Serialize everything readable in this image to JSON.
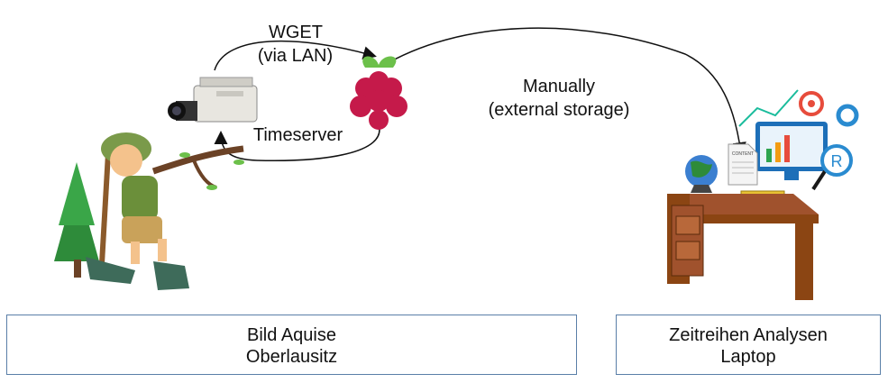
{
  "labels": {
    "wget": "WGET",
    "via_lan": "(via LAN)",
    "timeserver": "Timeserver",
    "manually": "Manually",
    "external_storage": "(external storage)"
  },
  "boxes": {
    "left": {
      "line1": "Bild Aquise",
      "line2": "Oberlausitz"
    },
    "right": {
      "line1": "Zeitreihen Analysen",
      "line2": "Laptop"
    }
  },
  "icons": {
    "content_doc_text": "CONTENT",
    "magnifier_letter": "R"
  },
  "colors": {
    "box_border": "#5a7fa8",
    "raspberry": "#c51a4a",
    "leaf": "#6cc04a",
    "desk": "#a0522d"
  }
}
